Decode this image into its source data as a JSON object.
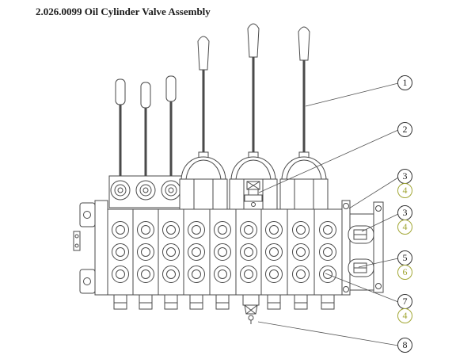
{
  "title": "2.026.0099 Oil Cylinder Valve Assembly",
  "colors": {
    "line": "#4a4a4a",
    "leader": "#555555",
    "callout_black": "#333333",
    "callout_green": "#a2a735"
  },
  "callouts": [
    {
      "label": "1",
      "style": "black"
    },
    {
      "label": "2",
      "style": "black"
    },
    {
      "label": "3",
      "style": "black"
    },
    {
      "label": "4",
      "style": "green"
    },
    {
      "label": "3",
      "style": "black"
    },
    {
      "label": "4",
      "style": "green"
    },
    {
      "label": "5",
      "style": "black"
    },
    {
      "label": "6",
      "style": "green"
    },
    {
      "label": "7",
      "style": "black"
    },
    {
      "label": "4",
      "style": "green"
    },
    {
      "label": "8",
      "style": "black"
    }
  ]
}
